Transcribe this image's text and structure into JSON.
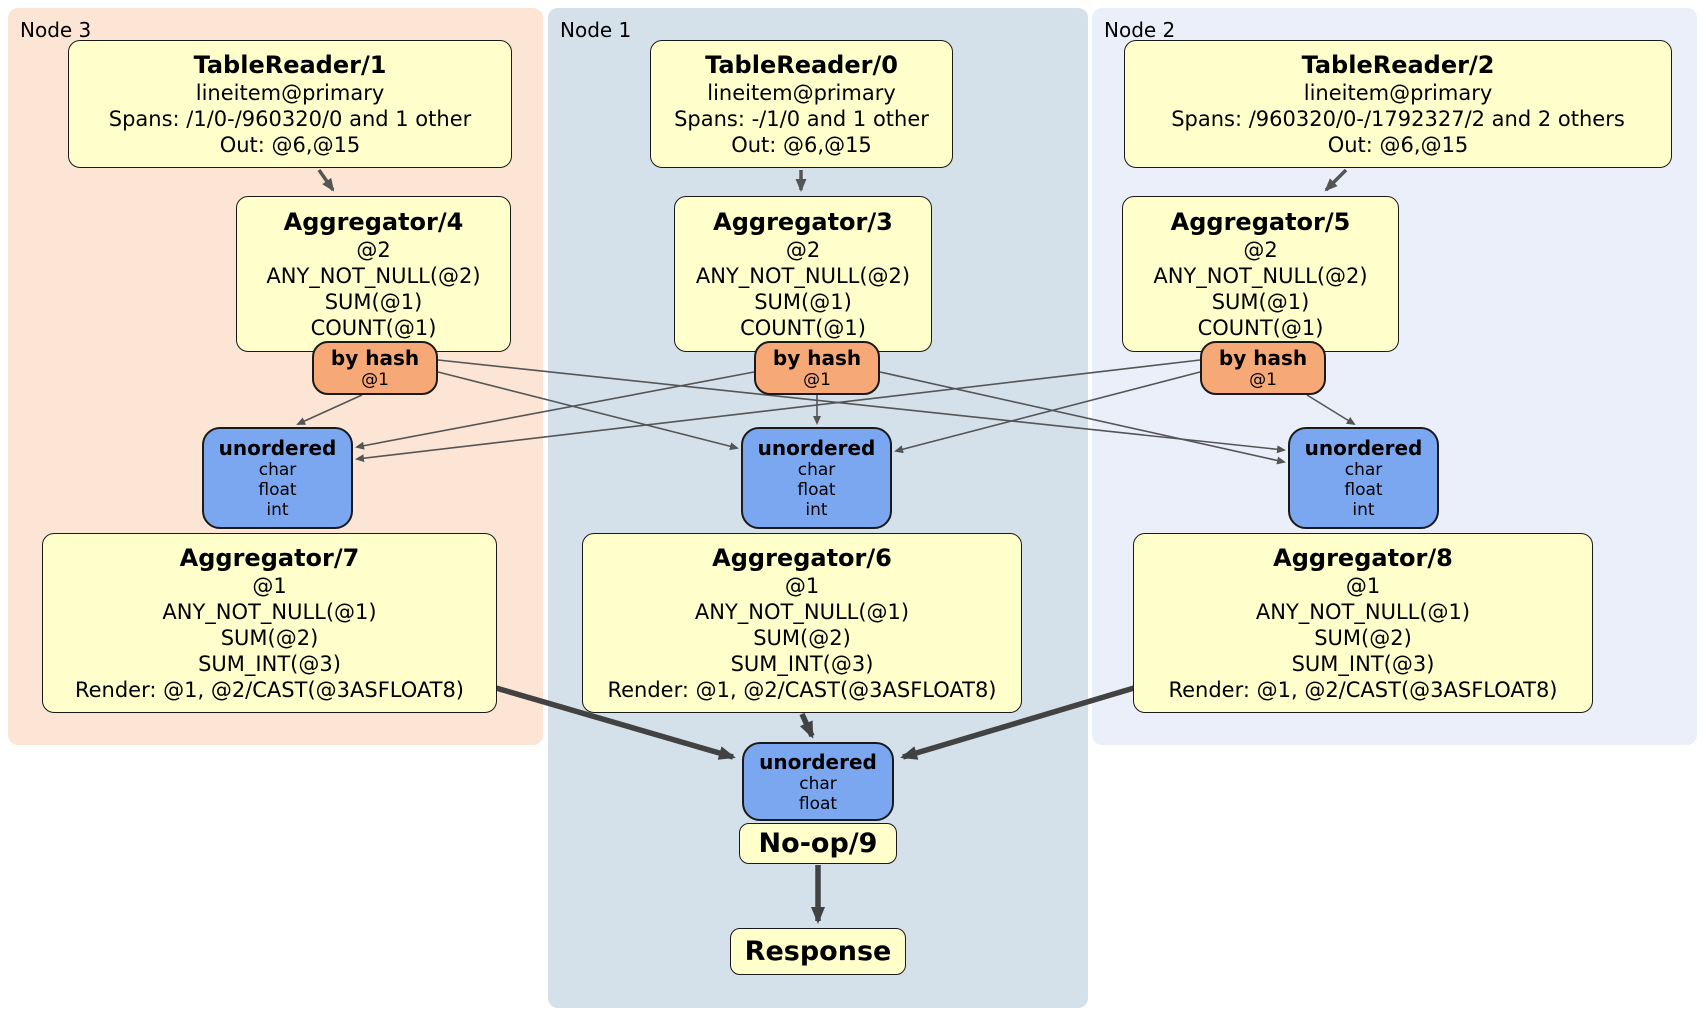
{
  "colors": {
    "node3_bg": "#fce5d4",
    "node1_bg": "#d4e1ea",
    "node2_bg": "#eaeff9",
    "processor_fill": "#ffffcc",
    "router_fill": "#f7a877",
    "sync_fill": "#7ba6f0",
    "box_border": "#1a1a1a",
    "edge_color": "#555555",
    "thick_edge_color": "#424242"
  },
  "groups": [
    {
      "label": "Node 3",
      "table_reader": {
        "title": "TableReader/1",
        "lines": [
          "lineitem@primary",
          "Spans: /1/0-/960320/0 and 1 other",
          "Out: @6,@15"
        ]
      },
      "aggregator_top": {
        "title": "Aggregator/4",
        "lines": [
          "@2",
          "ANY_NOT_NULL(@2)",
          "SUM(@1)",
          "COUNT(@1)"
        ]
      },
      "router": {
        "title": "by hash",
        "lines": [
          "@1"
        ]
      },
      "sync": {
        "title": "unordered",
        "lines": [
          "char",
          "float",
          "int"
        ]
      },
      "aggregator_bottom": {
        "title": "Aggregator/7",
        "lines": [
          "@1",
          "ANY_NOT_NULL(@1)",
          "SUM(@2)",
          "SUM_INT(@3)",
          "Render: @1, @2/CAST(@3ASFLOAT8)"
        ]
      }
    },
    {
      "label": "Node 1",
      "table_reader": {
        "title": "TableReader/0",
        "lines": [
          "lineitem@primary",
          "Spans: -/1/0 and 1 other",
          "Out: @6,@15"
        ]
      },
      "aggregator_top": {
        "title": "Aggregator/3",
        "lines": [
          "@2",
          "ANY_NOT_NULL(@2)",
          "SUM(@1)",
          "COUNT(@1)"
        ]
      },
      "router": {
        "title": "by hash",
        "lines": [
          "@1"
        ]
      },
      "sync": {
        "title": "unordered",
        "lines": [
          "char",
          "float",
          "int"
        ]
      },
      "aggregator_bottom": {
        "title": "Aggregator/6",
        "lines": [
          "@1",
          "ANY_NOT_NULL(@1)",
          "SUM(@2)",
          "SUM_INT(@3)",
          "Render: @1, @2/CAST(@3ASFLOAT8)"
        ]
      }
    },
    {
      "label": "Node 2",
      "table_reader": {
        "title": "TableReader/2",
        "lines": [
          "lineitem@primary",
          "Spans: /960320/0-/1792327/2 and 2 others",
          "Out: @6,@15"
        ]
      },
      "aggregator_top": {
        "title": "Aggregator/5",
        "lines": [
          "@2",
          "ANY_NOT_NULL(@2)",
          "SUM(@1)",
          "COUNT(@1)"
        ]
      },
      "router": {
        "title": "by hash",
        "lines": [
          "@1"
        ]
      },
      "sync": {
        "title": "unordered",
        "lines": [
          "char",
          "float",
          "int"
        ]
      },
      "aggregator_bottom": {
        "title": "Aggregator/8",
        "lines": [
          "@1",
          "ANY_NOT_NULL(@1)",
          "SUM(@2)",
          "SUM_INT(@3)",
          "Render: @1, @2/CAST(@3ASFLOAT8)"
        ]
      }
    }
  ],
  "final": {
    "sync": {
      "title": "unordered",
      "lines": [
        "char",
        "float"
      ]
    },
    "noop": {
      "title": "No-op/9"
    },
    "response": {
      "title": "Response"
    }
  }
}
